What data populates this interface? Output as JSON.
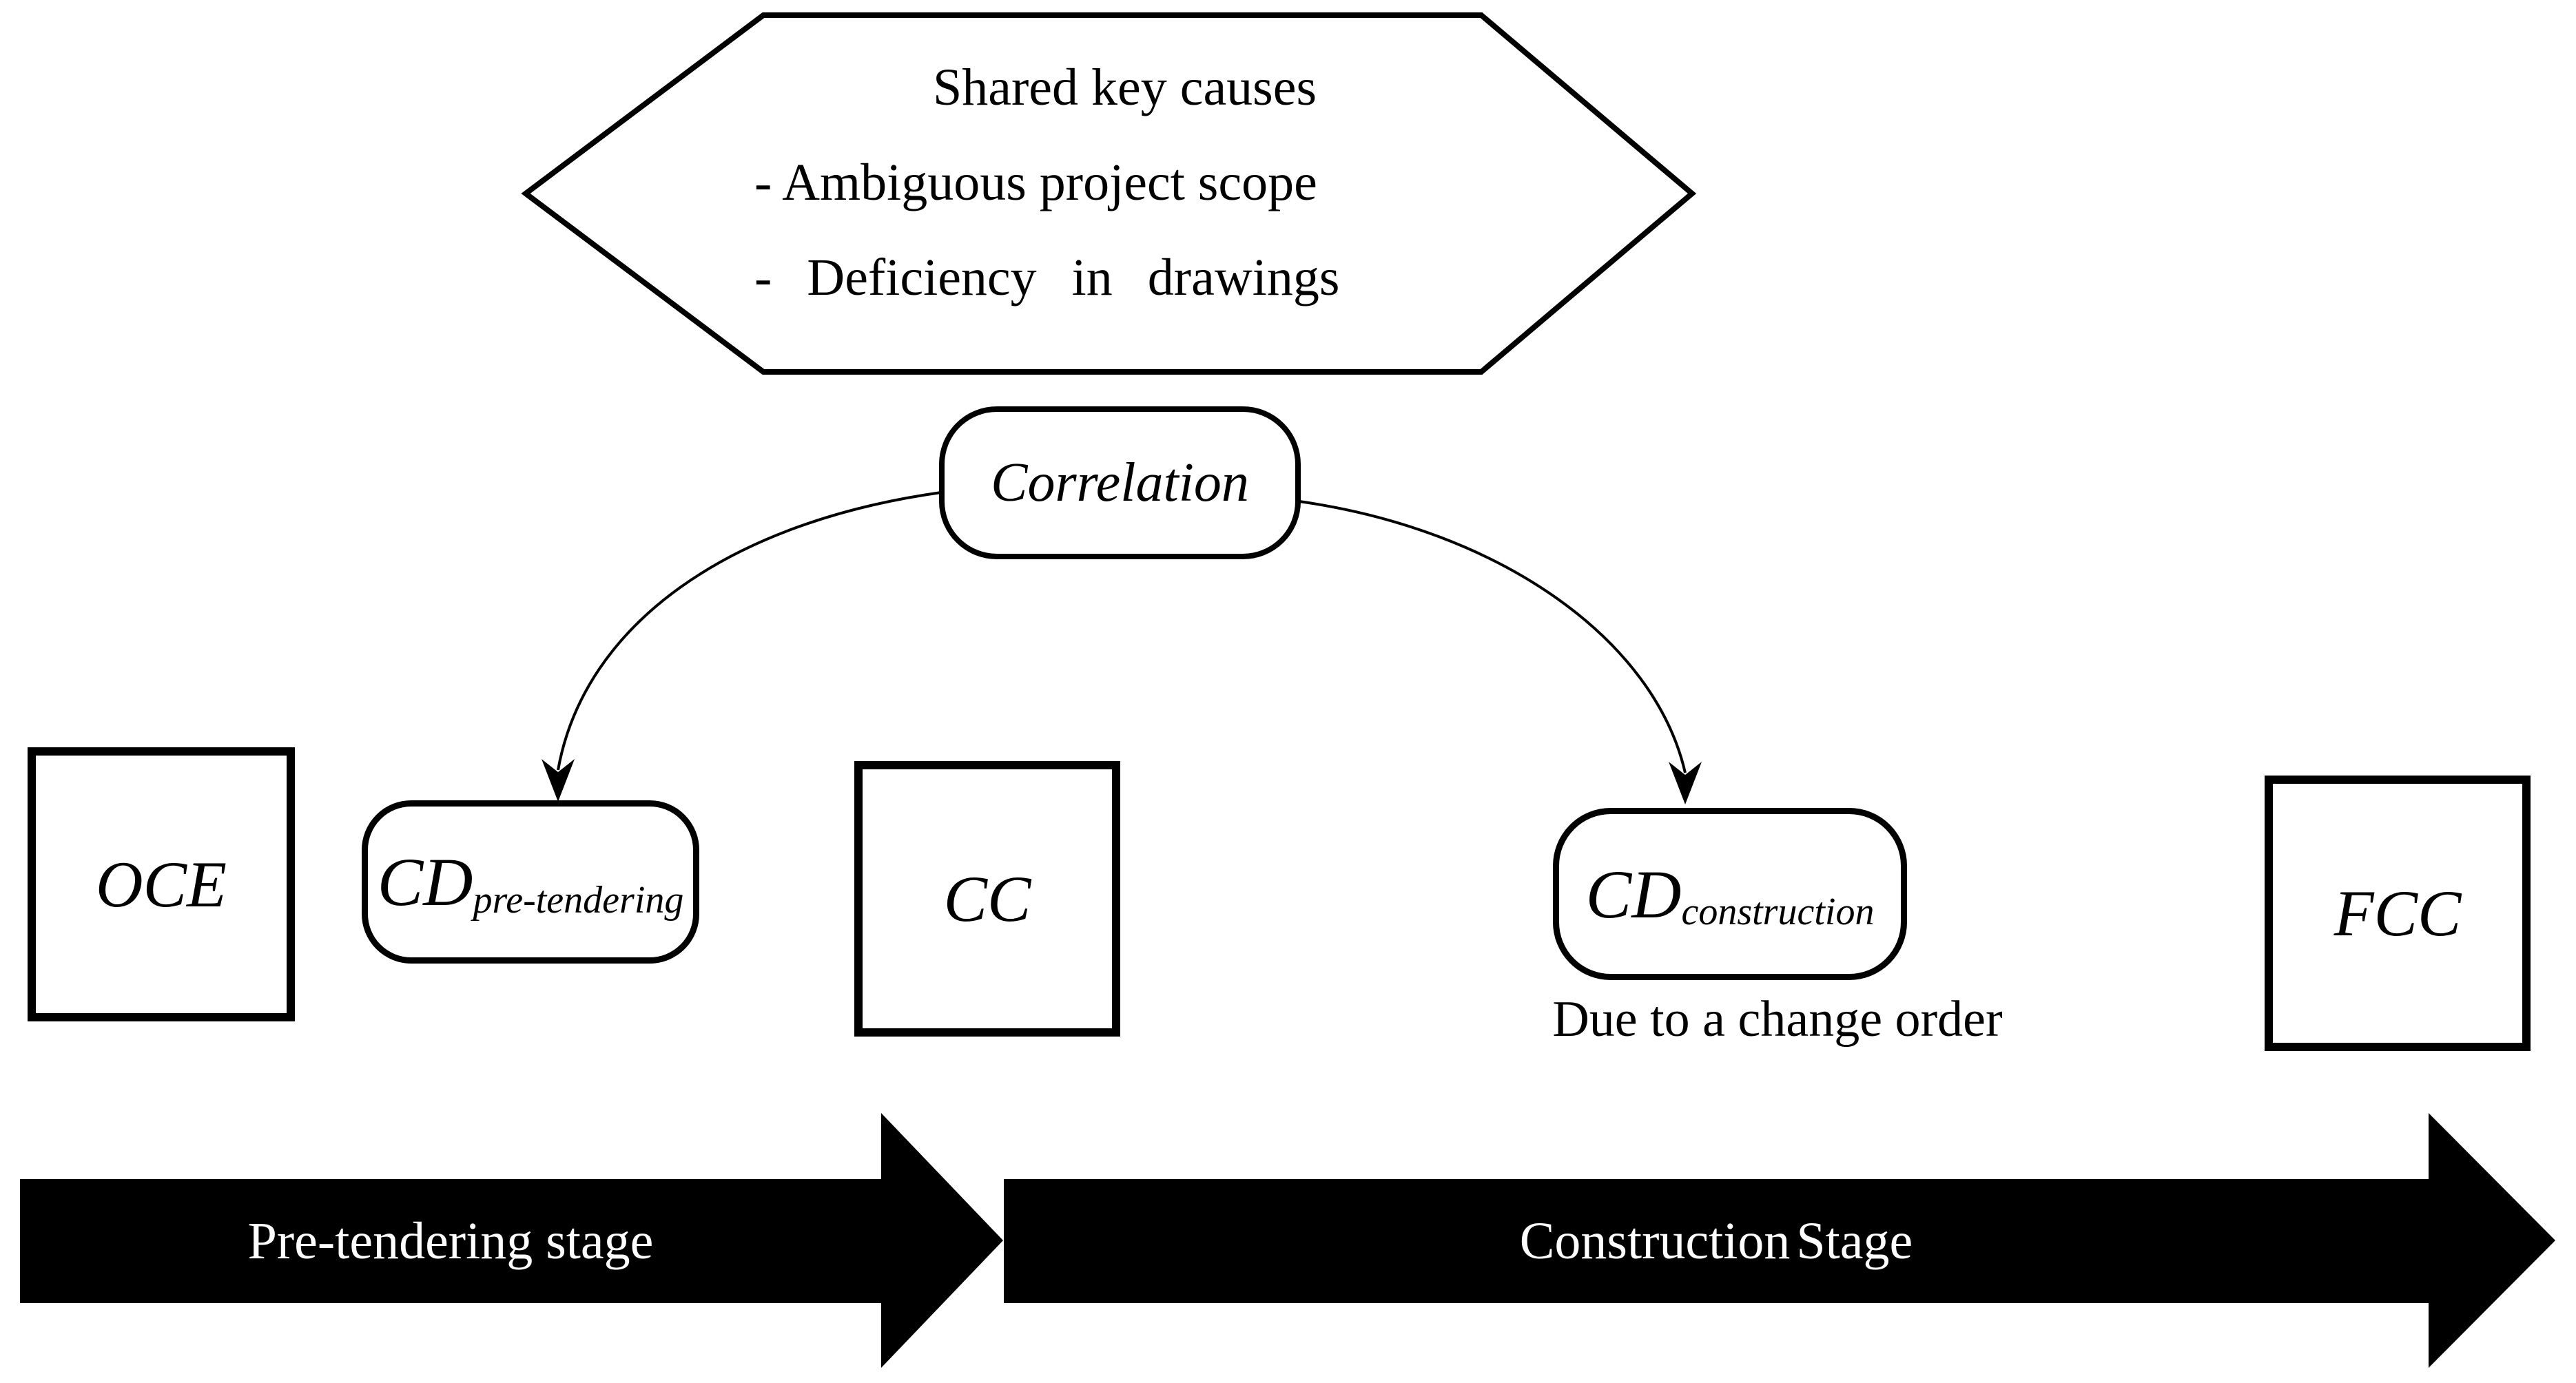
{
  "hexagon": {
    "title": "Shared key causes",
    "bullet1": "- Ambiguous project scope",
    "bullet2": "- Deficiency in drawings"
  },
  "correlation": {
    "label": "Correlation"
  },
  "boxes": {
    "oce": "OCE",
    "cd_pre_main": "CD",
    "cd_pre_sub": "pre-tendering",
    "cc": "CC",
    "cd_con_main": "CD",
    "cd_con_sub": "construction",
    "fcc": "FCC"
  },
  "notes": {
    "change_order": "Due to a change order"
  },
  "timeline": {
    "stage1": "Pre-tendering stage",
    "stage2": "Construction Stage"
  },
  "colors": {
    "ink": "#000000",
    "background": "#ffffff",
    "arrow_label_text": "#ffffff"
  }
}
